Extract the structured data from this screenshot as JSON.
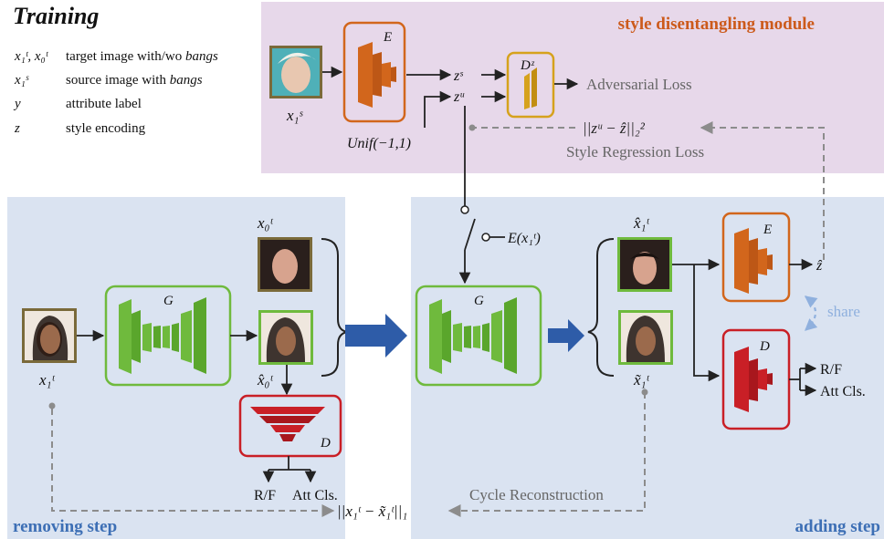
{
  "title": "Training",
  "legend": [
    {
      "symbol": "x₁ᵗ, x₀ᵗ",
      "text": "target image with/wo ",
      "emph": "bangs"
    },
    {
      "symbol": "x₁ˢ",
      "text": "source image with ",
      "emph": "bangs"
    },
    {
      "symbol": "y",
      "text": "attribute label",
      "emph": ""
    },
    {
      "symbol": "z",
      "text": "style encoding",
      "emph": ""
    }
  ],
  "modules": {
    "style": "style disentangling module",
    "removing": "removing step",
    "adding": "adding step"
  },
  "blocks": {
    "encoder": "E",
    "generator": "G",
    "discriminator": "D",
    "style_discriminator": "Dᶻ"
  },
  "labels": {
    "xs1": "x₁ˢ",
    "xt1": "x₁ᵗ",
    "xt0": "x₀ᵗ",
    "xhat0": "x̂₀ᵗ",
    "xhat1": "x̂₁ᵗ",
    "xtilde1": "x̃₁ᵗ",
    "zs": "zˢ",
    "zu": "zᵘ",
    "zhat": "ẑ",
    "unif": "Unif(−1,1)",
    "ex": "E(x₁ᵗ)",
    "adv_loss": "Adversarial Loss",
    "style_reg_formula": "||zᵘ − ẑ||₂²",
    "style_reg_loss": "Style Regression Loss",
    "cycle_loss": "Cycle Reconstruction",
    "cycle_formula": "||x₁ᵗ − x̃₁ᵗ||₁",
    "share": "share",
    "rf": "R/F",
    "att": "Att Cls."
  },
  "colors": {
    "style_panel": "#e7d8ea",
    "step_panel": "#dae3f1",
    "module_label": "#cc5a1b",
    "step_label": "#3d6fb5",
    "encoder": "#d2661c",
    "generator": "#6fba3d",
    "discriminator": "#c91f26",
    "style_disc": "#d6a21d",
    "arrow_blue": "#2e5ca8",
    "share": "#8fb0de"
  }
}
